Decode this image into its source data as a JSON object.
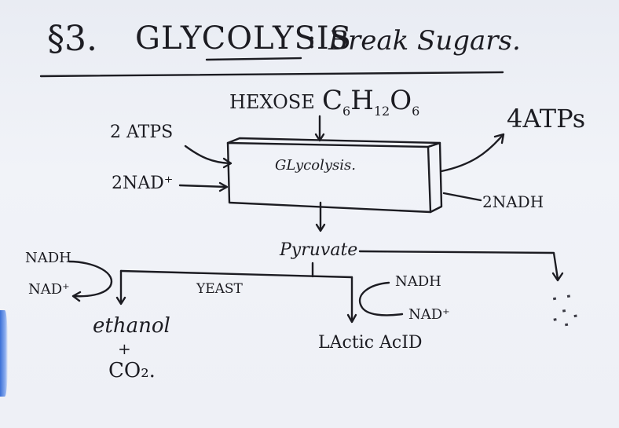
{
  "title": {
    "section": "§3.",
    "topic": "GLYCOLYSIS",
    "colon": ":",
    "subtitle": "Break Sugars."
  },
  "input": {
    "hexose_label": "HEXOSE",
    "hexose_formula_c": "C",
    "hexose_formula_c_sub": "6",
    "hexose_formula_h": "H",
    "hexose_formula_h_sub": "12",
    "hexose_formula_o": "O",
    "hexose_formula_o_sub": "6",
    "atp_in": "2 ATPS",
    "nad_in": "2NAD⁺"
  },
  "process": {
    "box_label": "GLycolysis."
  },
  "output": {
    "atp_out": "4ATPs",
    "nadh_out": "2NADH",
    "pyruvate": "Pyruvate"
  },
  "branches": {
    "yeast": {
      "label": "YEAST",
      "nadh": "NADH",
      "nad": "NAD⁺",
      "product": "ethanol",
      "plus": "+",
      "co2": "CO₂."
    },
    "lactic": {
      "nadh": "NADH",
      "nad": "NAD⁺",
      "product": "LActic AcID"
    },
    "other": {
      "marks": "⁚ ⁛"
    }
  },
  "colors": {
    "ink": "#1c1c22",
    "board": "#eef0f6"
  }
}
